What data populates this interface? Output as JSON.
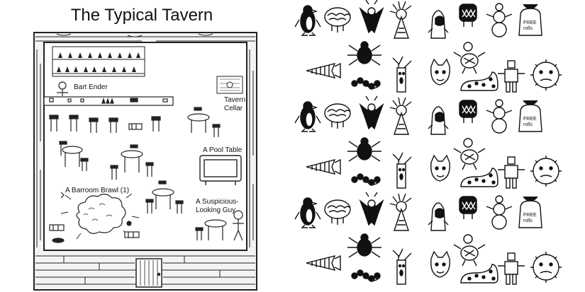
{
  "tavern": {
    "title": "The Typical Tavern",
    "labels": {
      "bart_ender": "Bart Ender",
      "tavern_cellar_1": "Tavern",
      "tavern_cellar_2": "Cellar",
      "pool_table": "A Pool Table",
      "barroom_brawl": "A Barroom Brawl (1)",
      "suspicious_1": "A Suspicious-",
      "suspicious_2": "Looking Guy"
    },
    "door_icon": "door-icon"
  },
  "monsters": {
    "pattern_description_icons": [
      "penguin-icon",
      "brain-icon",
      "bat-icon",
      "medusa-icon",
      "hooded-ghost-icon",
      "toothy-monster-icon",
      "snowman-icon",
      "sack-monster-icon",
      "spider-icon",
      "turtle-icon",
      "fish-skeleton-icon",
      "centipede-icon",
      "tree-monster-icon",
      "cat-monster-icon",
      "spotted-slug-icon",
      "robot-icon",
      "lion-face-icon"
    ],
    "sack_text": "FREE rolls"
  }
}
